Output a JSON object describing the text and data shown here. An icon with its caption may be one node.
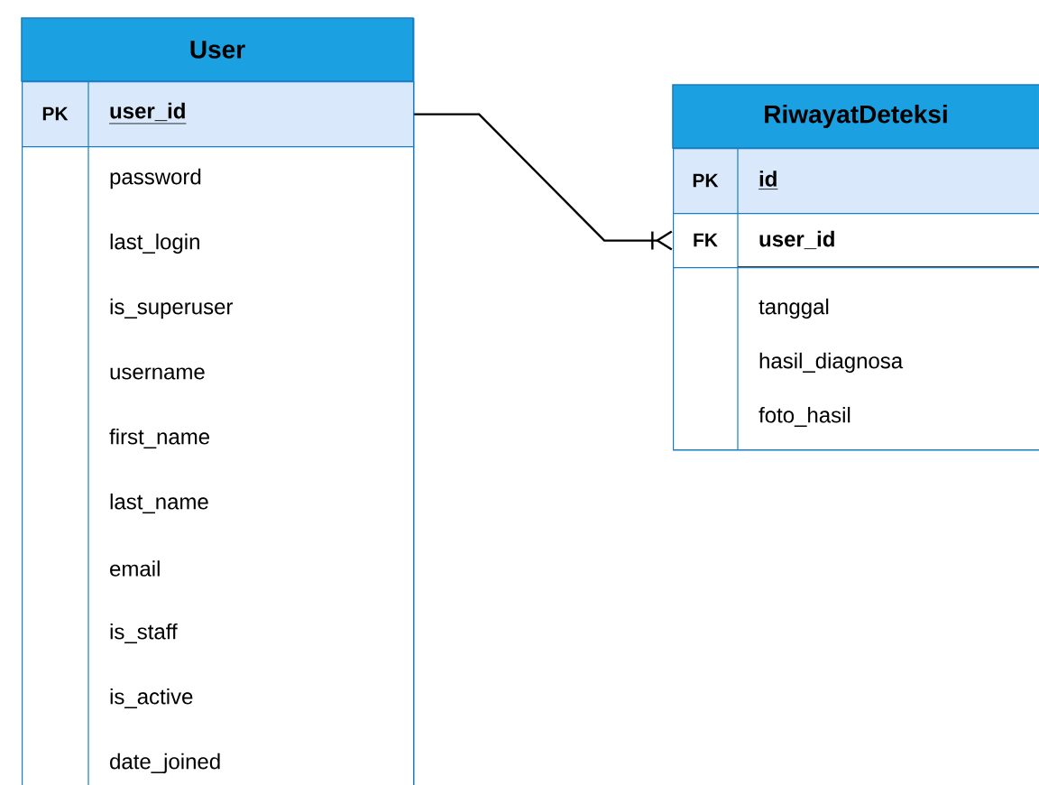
{
  "diagram": {
    "nodes": [
      {
        "text": [
          "User"
        ]
      },
      {
        "text": [
          "PK",
          "user_id"
        ],
        "in": 0
      },
      {
        "text": [
          "password",
          "last_login",
          "is_superuser",
          "username",
          "first_name",
          "last_name",
          "email",
          "is_staff",
          "is_active",
          "date_joined"
        ],
        "in": 0
      },
      {
        "text": [
          "RiwayatDeteksi"
        ]
      },
      {
        "text": [
          "PK",
          "id"
        ],
        "in": 3
      },
      {
        "text": [
          "FK",
          "user_id"
        ],
        "in": 3
      },
      {
        "text": [
          "tanggal",
          "hasil_diagnosa",
          "foto_hasil"
        ],
        "in": 3
      }
    ],
    "edges": [
      {
        "from": 1,
        "to": 5,
        "arrow": "other"
      }
    ]
  }
}
